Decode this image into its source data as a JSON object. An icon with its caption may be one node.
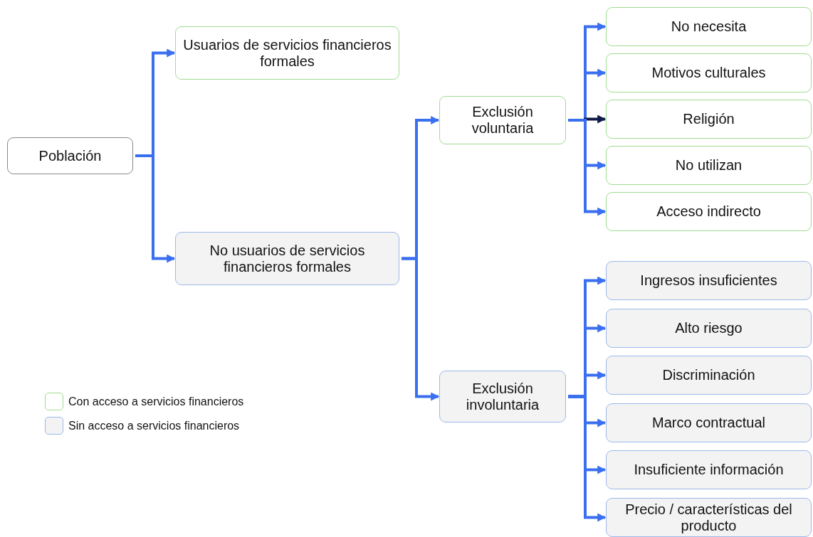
{
  "diagram": {
    "nodes": [
      {
        "text": [
          "Población"
        ]
      },
      {
        "text": [
          "Usuarios de servicios financieros formales"
        ]
      },
      {
        "text": [
          "No usuarios de servicios financieros formales"
        ]
      },
      {
        "text": [
          "Exclusión voluntaria"
        ]
      },
      {
        "text": [
          "Exclusión involuntaria"
        ]
      },
      {
        "text": [
          "No necesita"
        ]
      },
      {
        "text": [
          "Motivos culturales"
        ]
      },
      {
        "text": [
          "Religión"
        ]
      },
      {
        "text": [
          "No utilizan"
        ]
      },
      {
        "text": [
          "Acceso indirecto"
        ]
      },
      {
        "text": [
          "Ingresos insuficientes"
        ]
      },
      {
        "text": [
          "Alto riesgo"
        ]
      },
      {
        "text": [
          "Discriminación"
        ]
      },
      {
        "text": [
          "Marco contractual"
        ]
      },
      {
        "text": [
          "Insuficiente información"
        ]
      },
      {
        "text": [
          "Precio / características del producto"
        ]
      }
    ],
    "edges": [
      {
        "from": 0,
        "to": 1,
        "arrow": "to"
      },
      {
        "from": 0,
        "to": 2,
        "arrow": "to"
      },
      {
        "from": 2,
        "to": 3,
        "arrow": "to"
      },
      {
        "from": 2,
        "to": 4,
        "arrow": "to"
      },
      {
        "from": 3,
        "to": 5,
        "arrow": "to"
      },
      {
        "from": 3,
        "to": 6,
        "arrow": "to"
      },
      {
        "from": 3,
        "to": 7,
        "arrow": "to",
        "color": "#101a4a"
      },
      {
        "from": 3,
        "to": 8,
        "arrow": "to"
      },
      {
        "from": 3,
        "to": 9,
        "arrow": "to"
      },
      {
        "from": 4,
        "to": 10,
        "arrow": "to"
      },
      {
        "from": 4,
        "to": 11,
        "arrow": "to"
      },
      {
        "from": 4,
        "to": 12,
        "arrow": "to"
      },
      {
        "from": 4,
        "to": 13,
        "arrow": "to"
      },
      {
        "from": 4,
        "to": 14,
        "arrow": "to"
      },
      {
        "from": 4,
        "to": 15,
        "arrow": "to"
      }
    ],
    "legend": [
      {
        "text": "Con acceso a servicios financieros",
        "color": "#9fdc8f"
      },
      {
        "text": "Sin acceso a servicios financieros",
        "color": "#9db8ec"
      }
    ]
  }
}
